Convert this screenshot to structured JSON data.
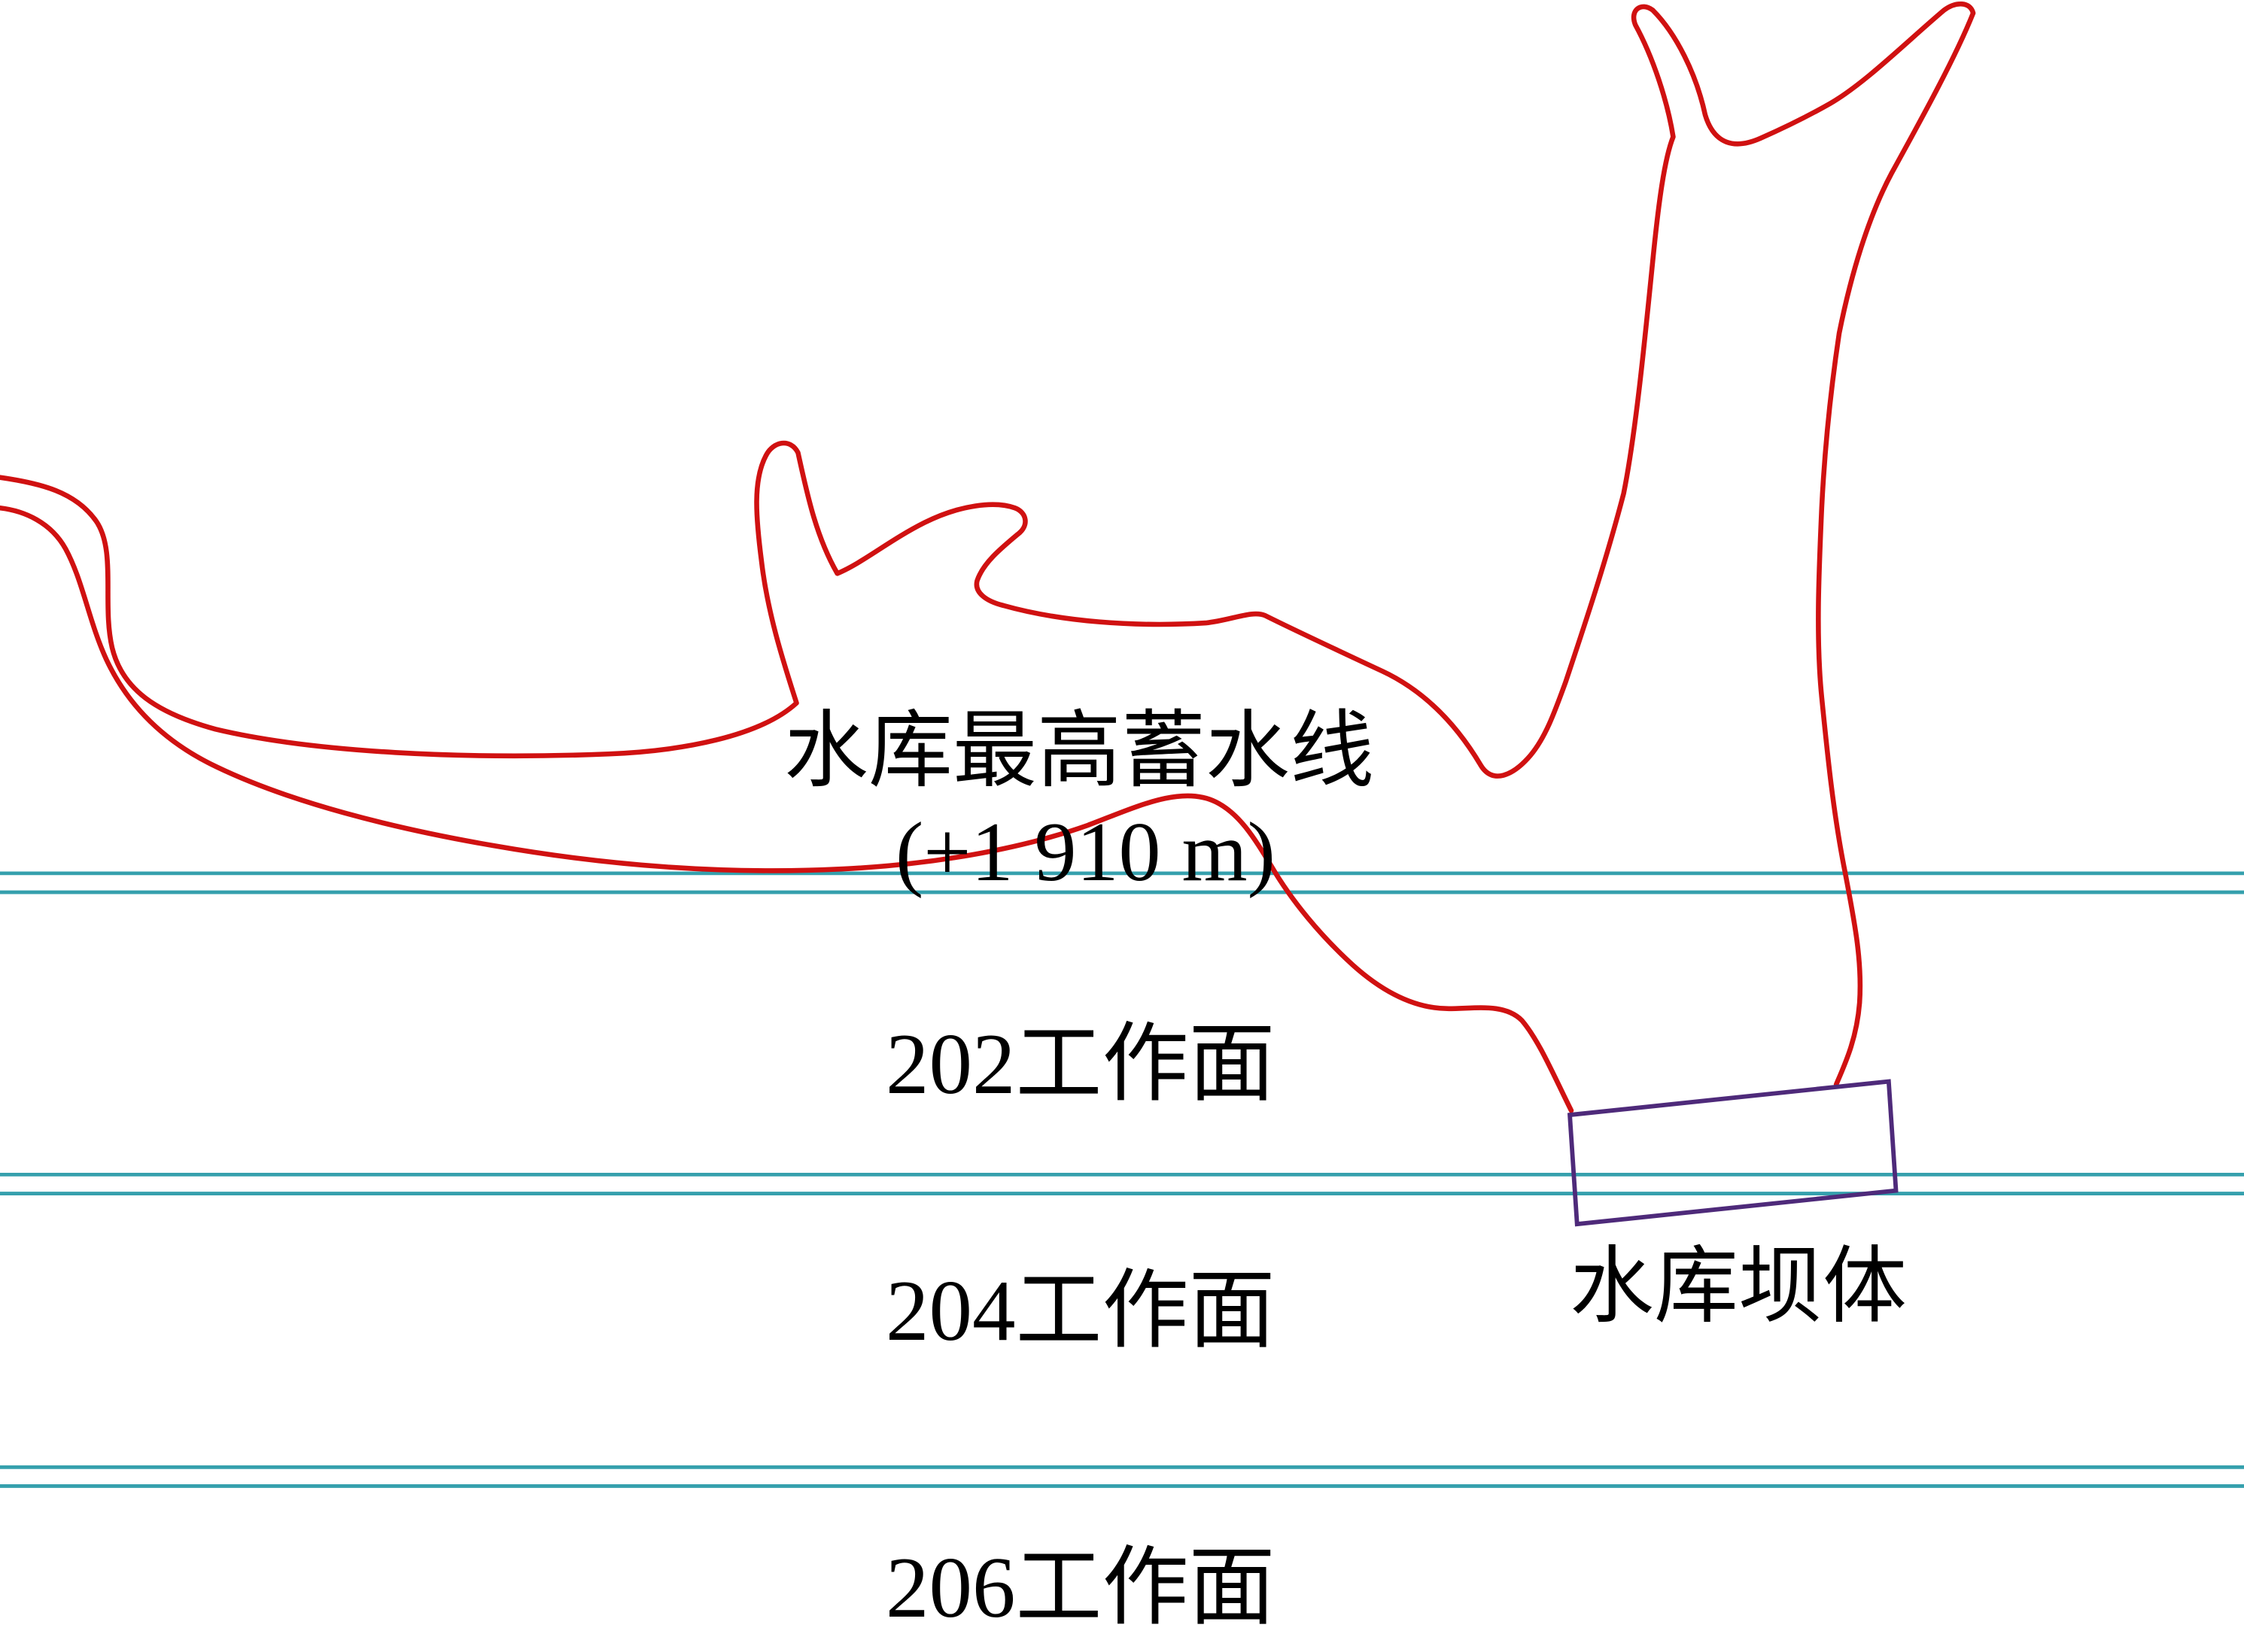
{
  "labels": {
    "max_water_line": "水库最高蓄水线",
    "elevation": "(+1 910 m)",
    "face_202": "202工作面",
    "face_204": "204工作面",
    "dam": "水库坝体",
    "face_206": "206工作面"
  },
  "colors": {
    "reservoir_outline": "#d01111",
    "working_face_line": "#35a0ad",
    "dam_outline": "#4e2a7a",
    "text": "#000000",
    "background": "#ffffff"
  }
}
